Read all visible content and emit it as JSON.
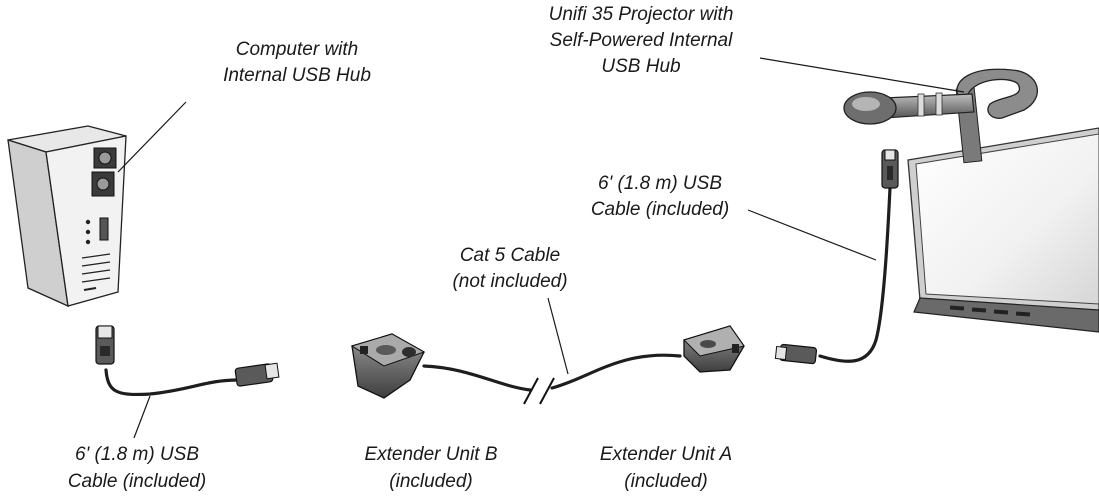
{
  "labels": {
    "computer": [
      "Computer with",
      "Internal USB Hub"
    ],
    "projector": [
      "Unifi 35 Projector with",
      "Self-Powered Internal",
      "USB Hub"
    ],
    "usb_cable_right": [
      "6' (1.8 m) USB",
      "Cable (included)"
    ],
    "cat5": [
      "Cat 5 Cable",
      "(not included)"
    ],
    "usb_cable_left": [
      "6' (1.8 m) USB",
      "Cable (included)"
    ],
    "unit_b": [
      "Extender Unit B",
      "(included)"
    ],
    "unit_a": [
      "Extender Unit A",
      "(included)"
    ]
  },
  "components": {
    "computer_icon": "computer-tower-icon",
    "projector_icon": "projector-arm-icon",
    "board_icon": "interactive-whiteboard-icon",
    "unit_b_icon": "extender-unit-b-icon",
    "unit_a_icon": "extender-unit-a-icon",
    "usb_plug_icon": "usb-plug-icon",
    "break_mark": "cable-break-icon"
  },
  "colors": {
    "line": "#1a1a1a",
    "device_dark": "#4a4a4a",
    "device_mid": "#8c8c8c",
    "device_light": "#d9d9d9",
    "board_face": "#f4f4f4"
  }
}
